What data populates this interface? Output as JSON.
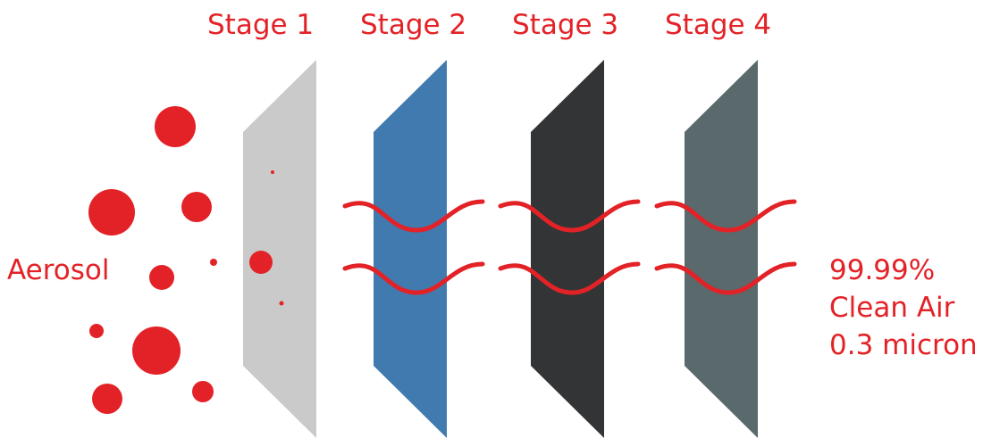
{
  "diagram": {
    "stages": [
      {
        "label": "Stage 1",
        "color": "#cacaca"
      },
      {
        "label": "Stage 2",
        "color": "#417aaf"
      },
      {
        "label": "Stage 3",
        "color": "#333435"
      },
      {
        "label": "Stage 4",
        "color": "#5a696c"
      }
    ],
    "input_label": "Aerosol",
    "output_lines": [
      "99.99%",
      "Clean Air",
      "0.3 micron"
    ],
    "accent_color": "#e32227"
  }
}
